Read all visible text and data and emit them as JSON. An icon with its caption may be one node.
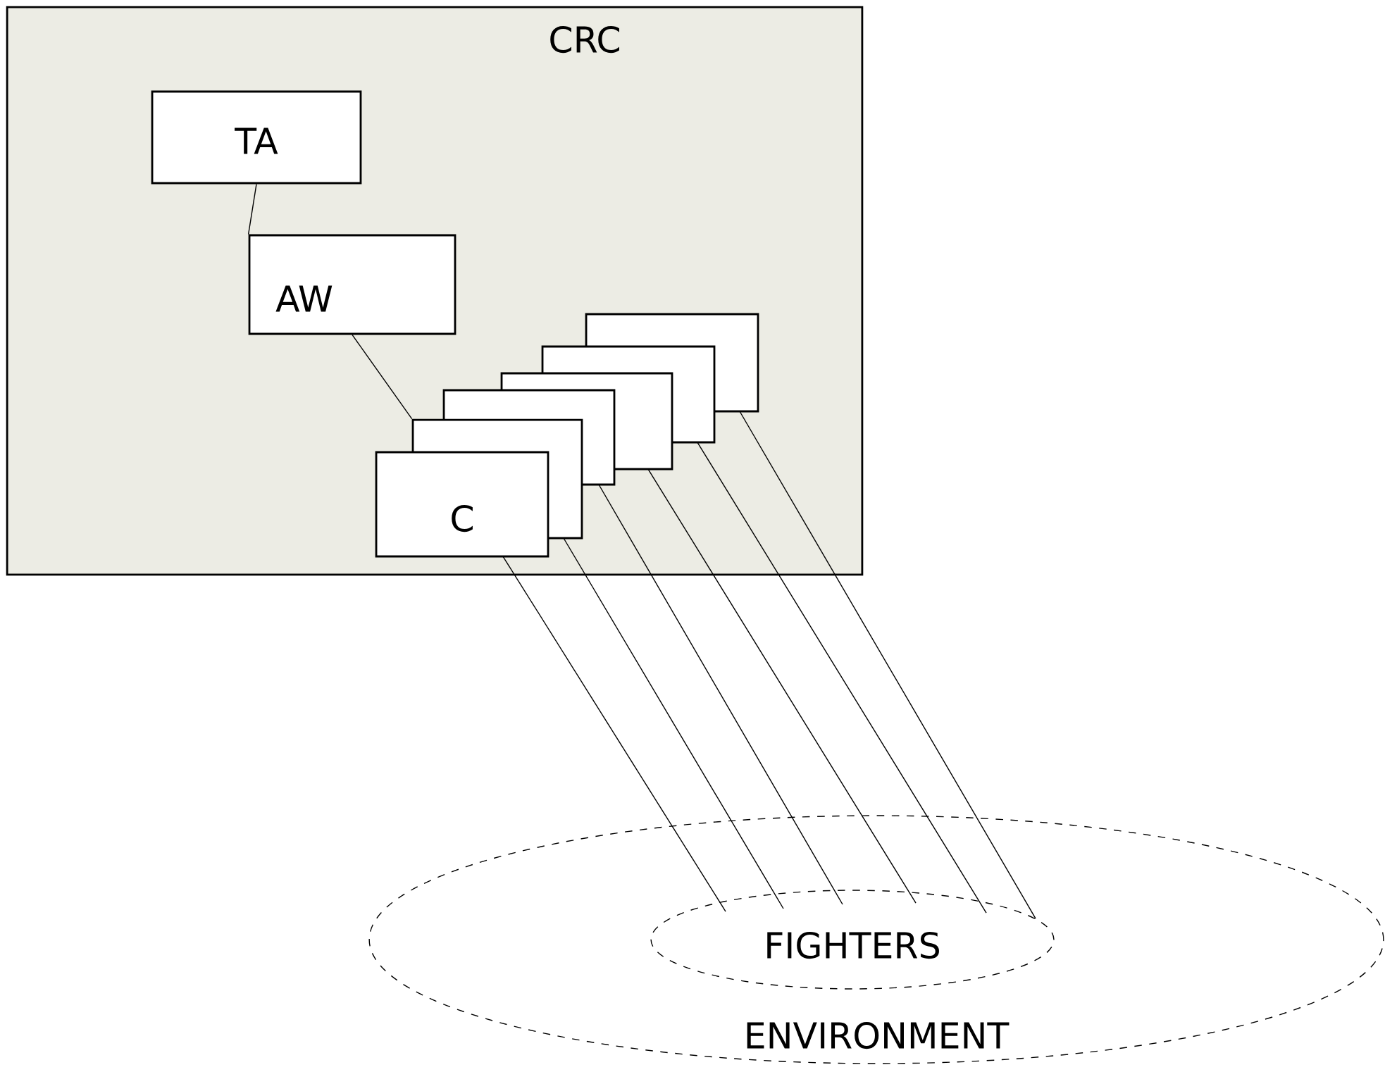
{
  "diagram": {
    "nodes": [
      {
        "text": [
          "CRC"
        ]
      },
      {
        "text": [
          "TA"
        ],
        "in": 0
      },
      {
        "text": [
          "AW"
        ],
        "in": 0
      },
      {
        "text": [
          "C"
        ],
        "in": 0
      },
      {
        "text": [],
        "shape": "box",
        "in": 0
      },
      {
        "text": [],
        "shape": "box",
        "in": 0
      },
      {
        "text": [],
        "shape": "box",
        "in": 0
      },
      {
        "text": [],
        "shape": "box",
        "in": 0
      },
      {
        "text": [],
        "shape": "box",
        "in": 0
      },
      {
        "text": [
          "ENVIRONMENT"
        ]
      },
      {
        "text": [
          "FIGHTERS"
        ],
        "in": 9
      }
    ],
    "edges": [
      {
        "from": 1,
        "to": 2,
        "arrow": "none"
      },
      {
        "from": 2,
        "to": 4,
        "arrow": "none"
      },
      {
        "from": 3,
        "to": 10,
        "arrow": "none"
      },
      {
        "from": 4,
        "to": 10,
        "arrow": "none"
      },
      {
        "from": 5,
        "to": 10,
        "arrow": "none"
      },
      {
        "from": 6,
        "to": 10,
        "arrow": "none"
      },
      {
        "from": 7,
        "to": 10,
        "arrow": "none"
      },
      {
        "from": 8,
        "to": 10,
        "arrow": "none"
      }
    ]
  }
}
